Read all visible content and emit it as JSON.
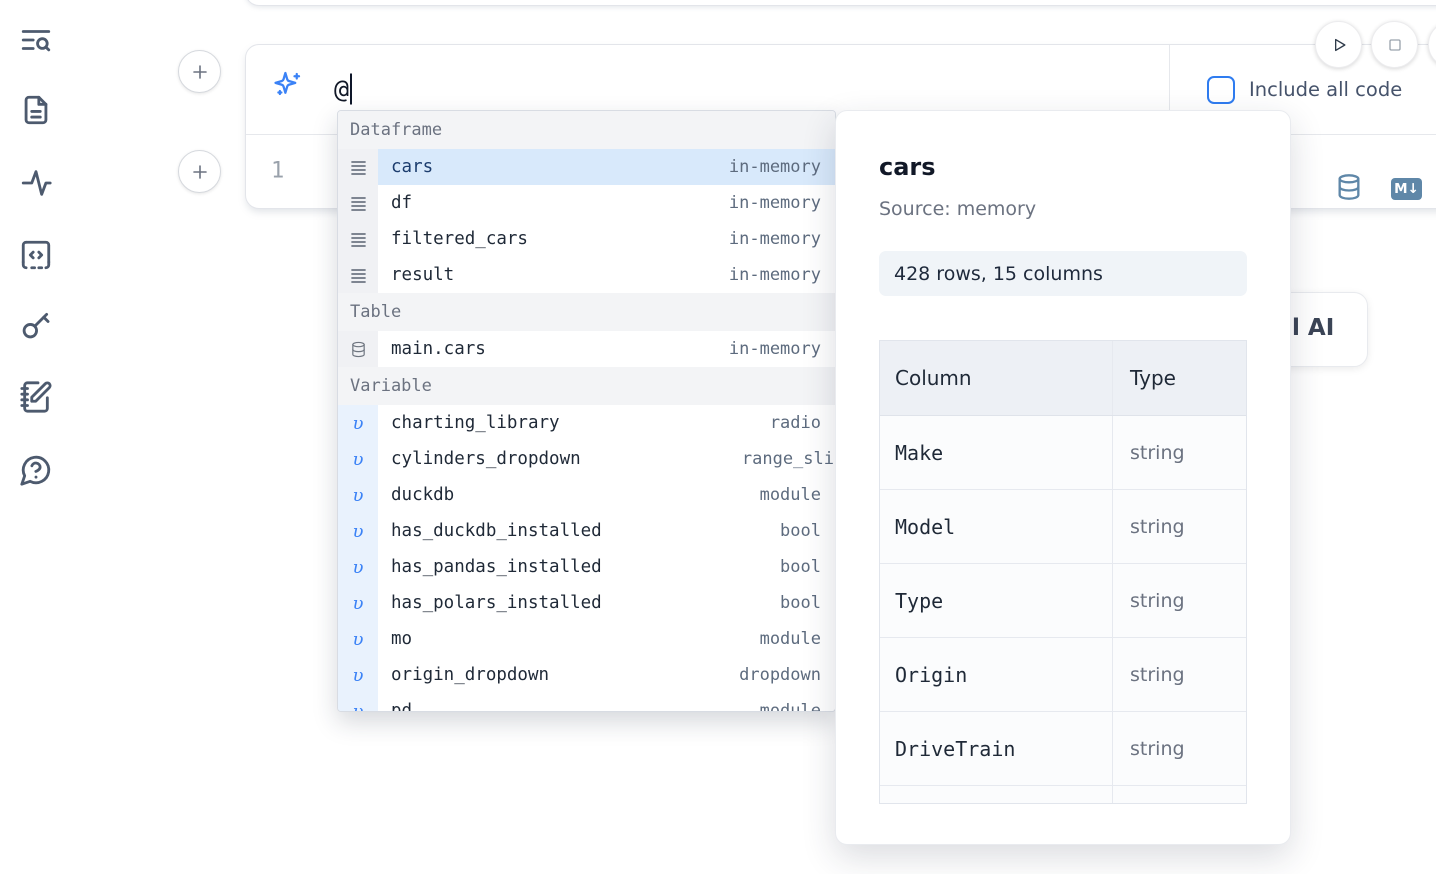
{
  "sidebar": {
    "icons": [
      {
        "name": "list-search-icon"
      },
      {
        "name": "file-text-icon"
      },
      {
        "name": "activity-icon"
      },
      {
        "name": "code-square-icon"
      },
      {
        "name": "key-icon"
      },
      {
        "name": "notebook-pen-icon"
      },
      {
        "name": "help-chat-icon"
      }
    ]
  },
  "run_controls": {
    "play": "play-icon",
    "stop": "stop-icon"
  },
  "ai_input": {
    "value": "@"
  },
  "toolbar": {
    "include_all_code_label": "Include all code",
    "checkbox_checked": false
  },
  "editor": {
    "line_number": "1"
  },
  "cell_buttons": {
    "database_icon": "database-icon",
    "markdown_badge": "M↓"
  },
  "ai_card": {
    "visible_text": "l AI"
  },
  "autocomplete": {
    "variable_icon_glyph": "υ",
    "sections": [
      {
        "label": "Dataframe",
        "items": [
          {
            "name": "cars",
            "type": "in-memory",
            "selected": true
          },
          {
            "name": "df",
            "type": "in-memory"
          },
          {
            "name": "filtered_cars",
            "type": "in-memory"
          },
          {
            "name": "result",
            "type": "in-memory"
          }
        ]
      },
      {
        "label": "Table",
        "items": [
          {
            "name": "main.cars",
            "type": "in-memory"
          }
        ]
      },
      {
        "label": "Variable",
        "items": [
          {
            "name": "charting_library",
            "type": "radio"
          },
          {
            "name": "cylinders_dropdown",
            "type": "range_sli",
            "clip": true
          },
          {
            "name": "duckdb",
            "type": "module"
          },
          {
            "name": "has_duckdb_installed",
            "type": "bool"
          },
          {
            "name": "has_pandas_installed",
            "type": "bool"
          },
          {
            "name": "has_polars_installed",
            "type": "bool"
          },
          {
            "name": "mo",
            "type": "module"
          },
          {
            "name": "origin_dropdown",
            "type": "dropdown"
          },
          {
            "name": "pd",
            "type": "module"
          }
        ]
      }
    ]
  },
  "preview": {
    "title": "cars",
    "source": "Source: memory",
    "shape_badge": "428 rows, 15 columns",
    "table": {
      "headers": [
        "Column",
        "Type"
      ],
      "rows": [
        [
          "Make",
          "string"
        ],
        [
          "Model",
          "string"
        ],
        [
          "Type",
          "string"
        ],
        [
          "Origin",
          "string"
        ],
        [
          "DriveTrain",
          "string"
        ],
        [
          "",
          ""
        ]
      ]
    }
  },
  "colors": {
    "accent_blue": "#3b82f6",
    "selected_bg": "#d8e9fb",
    "steel_blue": "#5f87a8",
    "border": "#e3e5ea"
  }
}
